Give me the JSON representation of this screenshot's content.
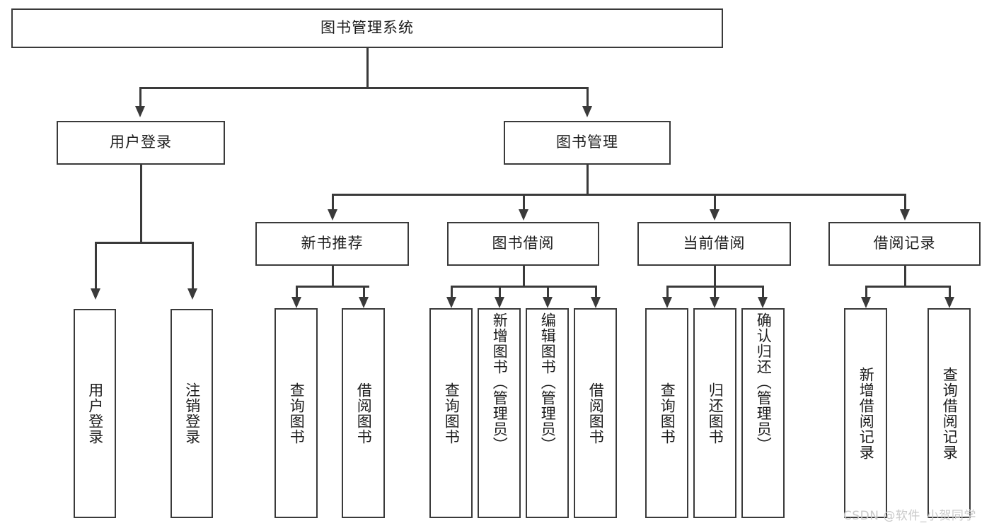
{
  "diagram": {
    "title": "图书管理系统",
    "type": "tree-hierarchy-diagram",
    "colors": {
      "stroke": "#3a3a3a",
      "fill": "#ffffff",
      "text": "#1d1d1d",
      "watermark": "#c9c9c9"
    },
    "root": {
      "label": "图书管理系统"
    },
    "level2": [
      {
        "label": "用户登录"
      },
      {
        "label": "图书管理"
      }
    ],
    "level3": [
      {
        "label": "新书推荐"
      },
      {
        "label": "图书借阅"
      },
      {
        "label": "当前借阅"
      },
      {
        "label": "借阅记录"
      }
    ],
    "leaves": {
      "user_login": [
        {
          "label": "用户登录"
        },
        {
          "label": "注销登录"
        }
      ],
      "new_book_recommend": [
        {
          "label": "查询图书"
        },
        {
          "label": "借阅图书"
        }
      ],
      "book_borrow": [
        {
          "label": "查询图书"
        },
        {
          "label": "新增图书（管理员）"
        },
        {
          "label": "编辑图书（管理员）"
        },
        {
          "label": "借阅图书"
        }
      ],
      "current_borrow": [
        {
          "label": "查询图书"
        },
        {
          "label": "归还图书"
        },
        {
          "label": "确认归还（管理员）"
        }
      ],
      "borrow_record": [
        {
          "label": "新增借阅记录"
        },
        {
          "label": "查询借阅记录"
        }
      ]
    },
    "watermark": "CSDN @软件_小贺同学"
  }
}
